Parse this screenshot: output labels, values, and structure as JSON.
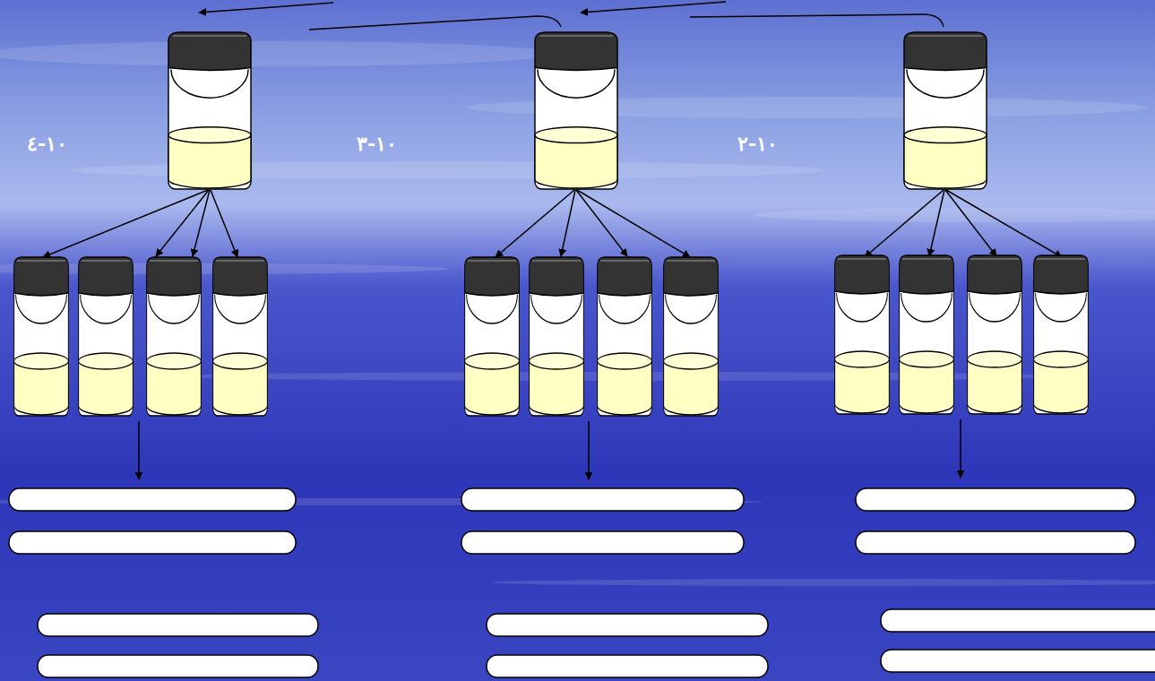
{
  "diagram": {
    "labels": [
      "١٠-٤",
      "١٠-٣",
      "١٠-٢"
    ]
  }
}
